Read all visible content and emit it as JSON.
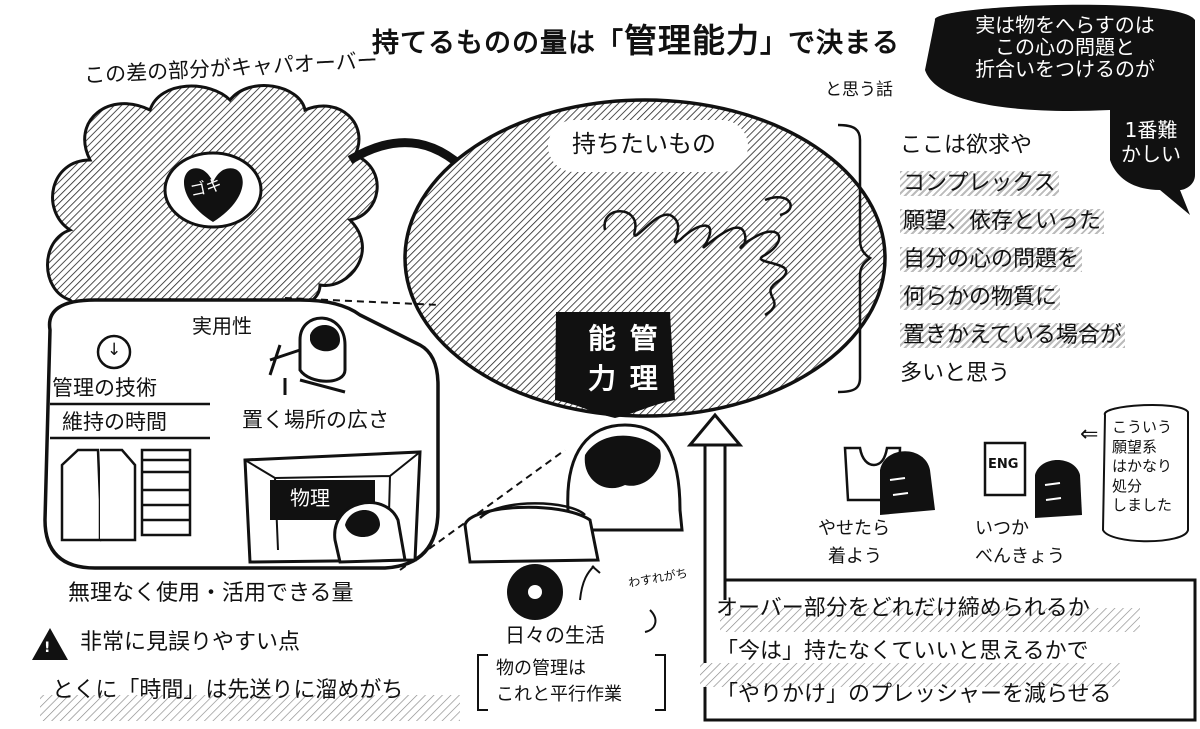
{
  "title": {
    "pre": "持てるものの量は",
    "bracket_open": "「",
    "big": "管理能力",
    "bracket_close": "」",
    "post": "で決まる"
  },
  "overflow_note": "この差の部分がキャパオーバー",
  "heart_word": "ゴキ",
  "want_label": "持ちたいもの",
  "side_note": "と思う話",
  "speech_bubble": [
    "実は物をへらすのは",
    "この心の問題と",
    "折合いをつけるのが",
    "1番難",
    "かしい"
  ],
  "management_box": {
    "line1": "能 管",
    "line2": "力 理"
  },
  "right_text": [
    "ここは欲求や",
    "コンプレックス",
    "願望、依存といった",
    "自分の心の問題を",
    "何らかの物質に",
    "置きかえている場合が",
    "多いと思う"
  ],
  "left_panel": {
    "icon_char": "↓",
    "skills": "管理の技術",
    "time": "維持の時間",
    "practicality": "実用性",
    "space": "置く場所の広さ",
    "box_label": "物理"
  },
  "bottom_left": {
    "line1": "無理なく使用・活用できる量",
    "line2": "非常に見誤りやすい点",
    "line3_pre": "とくに",
    "line3_word": "「時間」",
    "line3_post": "は先送りに溜めがち",
    "warning_symbol": "!"
  },
  "daily": {
    "label": "日々の生活",
    "note1": "物の管理は",
    "note2": "これと平行作業",
    "forget": "わすれがち"
  },
  "desires": {
    "item1": "やせたら",
    "item1b": "着よう",
    "item2": "いつか",
    "item2b": "べんきょう",
    "book_label": "ENG",
    "note": [
      "こういう",
      "願望系",
      "はかなり",
      "処分",
      "しました"
    ],
    "arrow": "⇐"
  },
  "bottom_right": {
    "line1": "オーバー部分をどれだけ締められるか",
    "line2": "「今は」持たなくていいと思えるかで",
    "line3": "「やりかけ」のプレッシャーを減らせる"
  }
}
